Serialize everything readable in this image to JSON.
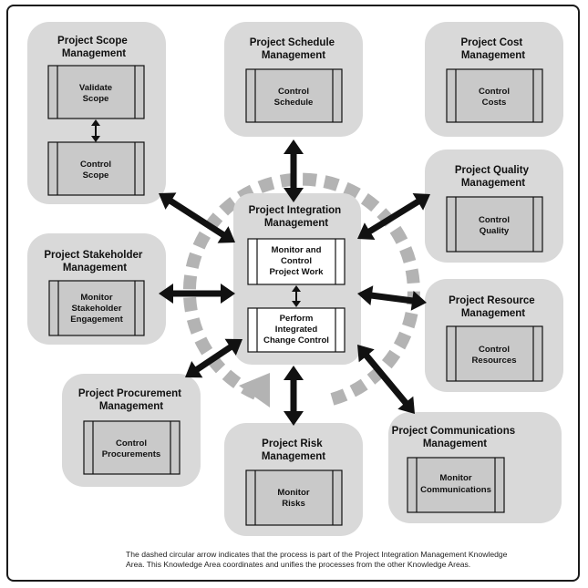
{
  "areas": {
    "scope": {
      "title": [
        "Project Scope",
        "Management"
      ],
      "processes": [
        [
          "Validate",
          "Scope"
        ],
        [
          "Control",
          "Scope"
        ]
      ]
    },
    "schedule": {
      "title": [
        "Project Schedule",
        "Management"
      ],
      "processes": [
        [
          "Control",
          "Schedule"
        ]
      ]
    },
    "cost": {
      "title": [
        "Project Cost",
        "Management"
      ],
      "processes": [
        [
          "Control",
          "Costs"
        ]
      ]
    },
    "quality": {
      "title": [
        "Project Quality",
        "Management"
      ],
      "processes": [
        [
          "Control",
          "Quality"
        ]
      ]
    },
    "stakeholder": {
      "title": [
        "Project Stakeholder",
        "Management"
      ],
      "processes": [
        [
          "Monitor",
          "Stakeholder",
          "Engagement"
        ]
      ]
    },
    "resource": {
      "title": [
        "Project Resource",
        "Management"
      ],
      "processes": [
        [
          "Control",
          "Resources"
        ]
      ]
    },
    "procurement": {
      "title": [
        "Project Procurement",
        "Management"
      ],
      "processes": [
        [
          "Control",
          "Procurements"
        ]
      ]
    },
    "risk": {
      "title": [
        "Project Risk",
        "Management"
      ],
      "processes": [
        [
          "Monitor",
          "Risks"
        ]
      ]
    },
    "communications": {
      "title": [
        "Project Communications",
        "Management"
      ],
      "processes": [
        [
          "Monitor",
          "Communications"
        ]
      ]
    },
    "integration": {
      "title": [
        "Project Integration",
        "Management"
      ],
      "processes": [
        [
          "Monitor and",
          "Control",
          "Project Work"
        ],
        [
          "Perform",
          "Integrated",
          "Change Control"
        ]
      ]
    }
  },
  "caption": "The dashed circular arrow indicates that the process is part of the Project Integration Management Knowledge Area. This Knowledge Area coordinates and unifies the processes from the other Knowledge Areas.",
  "colors": {
    "container": "#d9d9d9",
    "process_box": "#c9c9c9",
    "dashed_ring": "#b3b3b3",
    "arrow": "#111111"
  }
}
